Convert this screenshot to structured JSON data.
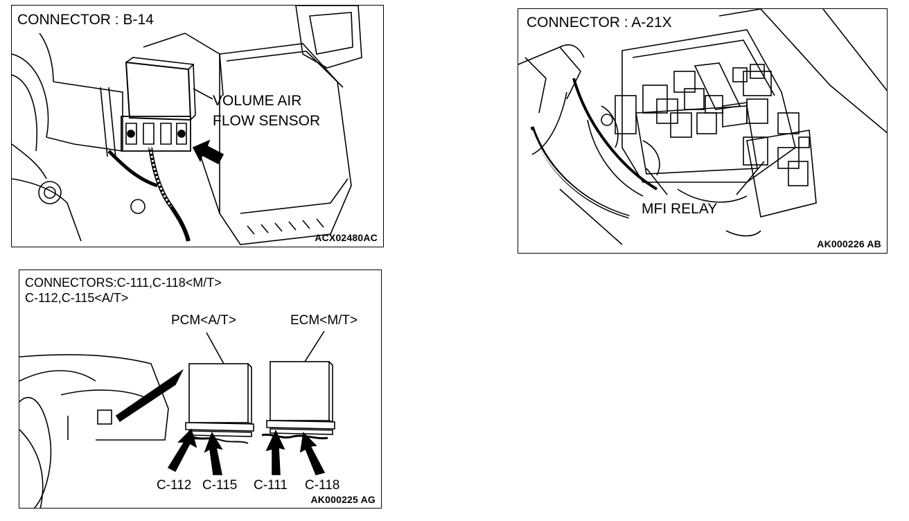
{
  "panels": {
    "b14": {
      "title": "CONNECTOR : B-14",
      "label_line1": "VOLUME AIR",
      "label_line2": "FLOW SENSOR",
      "figure_id": "ACX02480AC"
    },
    "a21x": {
      "title": "CONNECTOR : A-21X",
      "label": "MFI RELAY",
      "figure_id": "AK000226 AB"
    },
    "c111": {
      "title_line1": "CONNECTORS:C-111,C-118<M/T>",
      "title_line2": "C-112,C-115<A/T>",
      "pcm_label": "PCM<A/T>",
      "ecm_label": "ECM<M/T>",
      "c112": "C-112",
      "c115": "C-115",
      "c111": "C-111",
      "c118": "C-118",
      "figure_id": "AK000225 AG"
    }
  }
}
